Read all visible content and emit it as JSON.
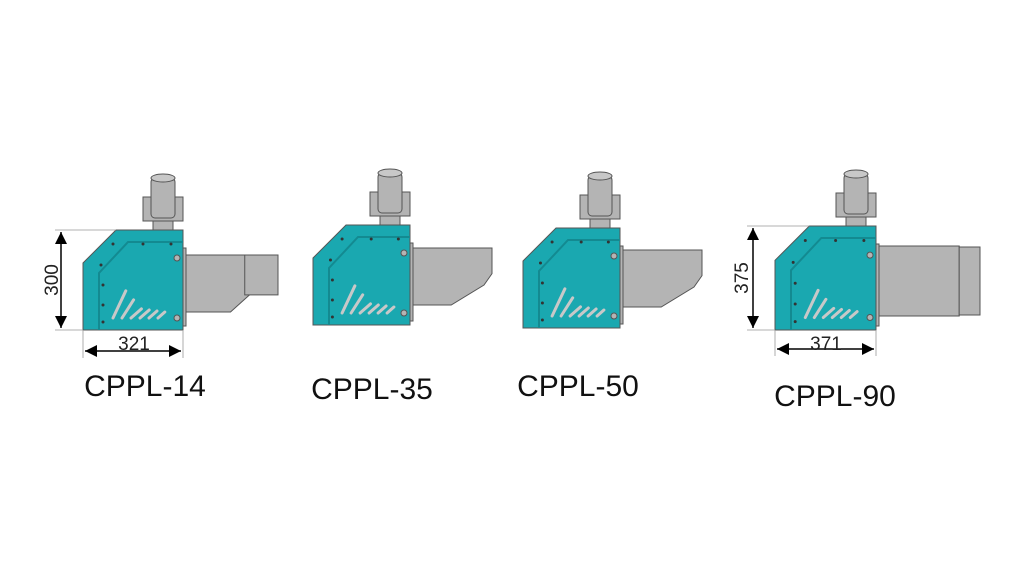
{
  "models": [
    {
      "name": "CPPL-14",
      "height_mm": "300",
      "width_mm": "321"
    },
    {
      "name": "CPPL-35"
    },
    {
      "name": "CPPL-50"
    },
    {
      "name": "CPPL-90",
      "height_mm": "375",
      "width_mm": "371"
    }
  ],
  "colors": {
    "body": "#1aa8b0",
    "body_dark": "#138a91",
    "metal": "#b4b4b4",
    "outline": "#555555"
  }
}
